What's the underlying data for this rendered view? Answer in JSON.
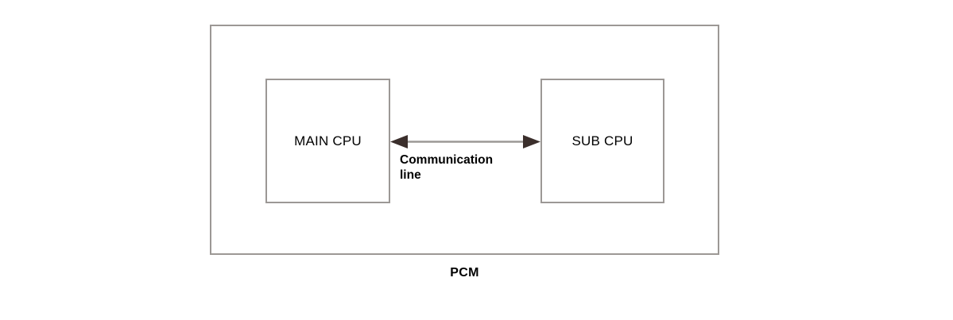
{
  "diagram": {
    "title": "PCM",
    "outer_enclosure": {
      "label": "PCM",
      "border_color": "#9c9895"
    },
    "blocks": [
      {
        "id": "main-cpu",
        "label": "MAIN CPU",
        "border_color": "#9c9895",
        "fill_color": "#ffffff"
      },
      {
        "id": "sub-cpu",
        "label": "SUB CPU",
        "border_color": "#9c9895",
        "fill_color": "#ffffff"
      }
    ],
    "connector": {
      "id": "communication-line",
      "from": "MAIN CPU",
      "to": "SUB CPU",
      "direction": "bidirectional",
      "line_color": "#9c9895",
      "arrowhead_color": "#3b2f2c",
      "caption_line_1": "Communication",
      "caption_line_2": "line"
    }
  }
}
